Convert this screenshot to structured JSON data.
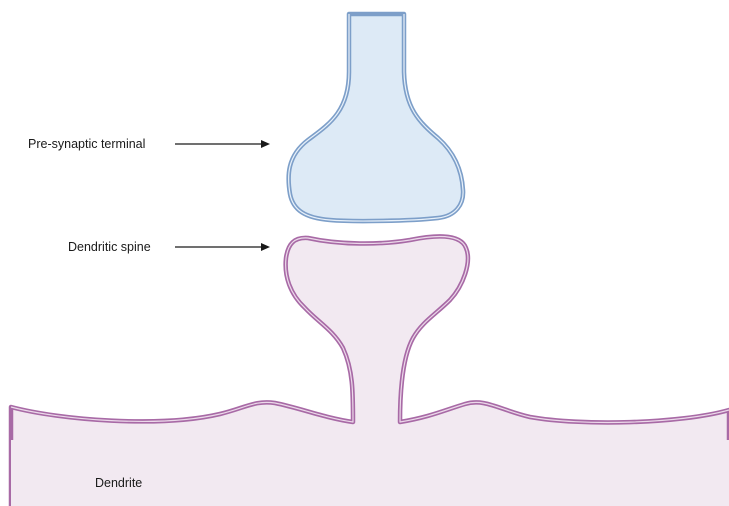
{
  "labels": {
    "presynaptic": "Pre-synaptic terminal",
    "spine": "Dendritic spine",
    "dendrite": "Dendrite"
  },
  "colors": {
    "presynaptic_fill": "#ddeaf6",
    "presynaptic_stroke": "#7d9fc9",
    "postsynaptic_fill": "#f2e9f1",
    "postsynaptic_stroke": "#a86aa6",
    "arrow": "#1a1a1a"
  }
}
